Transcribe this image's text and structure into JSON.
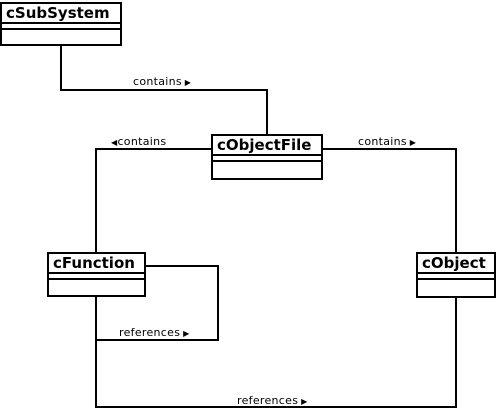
{
  "classes": {
    "subsystem": {
      "name": "cSubSystem"
    },
    "objectfile": {
      "name": "cObjectFile"
    },
    "function": {
      "name": "cFunction"
    },
    "object": {
      "name": "cObject"
    }
  },
  "edges": {
    "subsystem_objectfile": {
      "label": "contains",
      "direction": "right"
    },
    "objectfile_function": {
      "label": "contains",
      "direction": "left"
    },
    "objectfile_object": {
      "label": "contains",
      "direction": "right"
    },
    "function_self": {
      "label": "references",
      "direction": "right"
    },
    "function_object": {
      "label": "references",
      "direction": "right"
    }
  }
}
